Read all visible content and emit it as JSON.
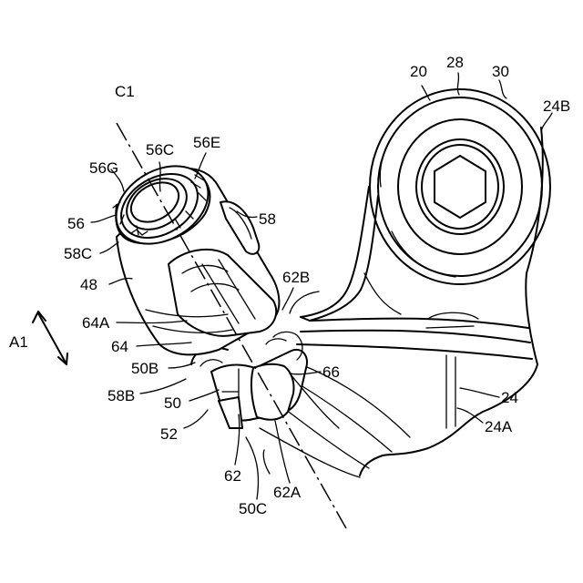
{
  "labels": {
    "C1": "C1",
    "A1": "A1",
    "n20": "20",
    "n28": "28",
    "n30": "30",
    "n24B": "24B",
    "n56C": "56C",
    "n56E": "56E",
    "n56G": "56G",
    "n56": "56",
    "n58": "58",
    "n58C": "58C",
    "n48": "48",
    "n62B": "62B",
    "n64A": "64A",
    "n64": "64",
    "n50B": "50B",
    "n66": "66",
    "n58B": "58B",
    "n50": "50",
    "n24": "24",
    "n52": "52",
    "n24A": "24A",
    "n62": "62",
    "n62A": "62A",
    "n50C": "50C"
  }
}
